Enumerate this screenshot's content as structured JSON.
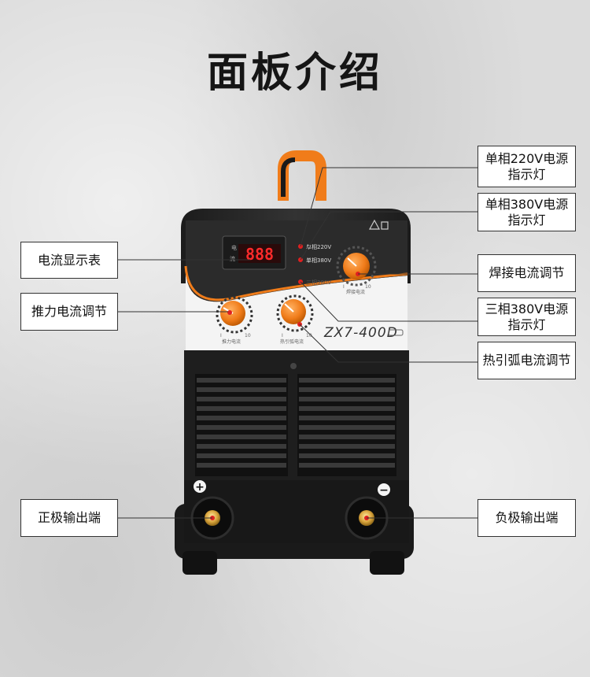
{
  "title": "面板介绍",
  "labels": {
    "single_220": {
      "line1": "单相220V电源",
      "line2": "指示灯"
    },
    "single_380": {
      "line1": "单相380V电源",
      "line2": "指示灯"
    },
    "current_meter": "电流显示表",
    "push_current": "推力电流调节",
    "weld_current": "焊接电流调节",
    "three_380": {
      "line1": "三相380V电源",
      "line2": "指示灯"
    },
    "hot_arc": "热引弧电流调节",
    "positive_output": "正极输出端",
    "negative_output": "负极输出端"
  },
  "panel": {
    "display_value": "888",
    "indicator_220": "单相220V",
    "indicator_380": "单相380V",
    "indicator_3p380": "三相380V",
    "model": "ZX7-400D",
    "knob_min": "I",
    "knob_max": "10",
    "push_knob_label": "推力电流",
    "arc_knob_label": "热引弧电流",
    "weld_knob_label": "焊接电流",
    "plus_symbol": "+",
    "minus_symbol": "−"
  },
  "colors": {
    "accent": "#f07c1a",
    "body": "#2a2a2a",
    "led": "#e02020",
    "panel_bg": "#f4f4f4"
  }
}
